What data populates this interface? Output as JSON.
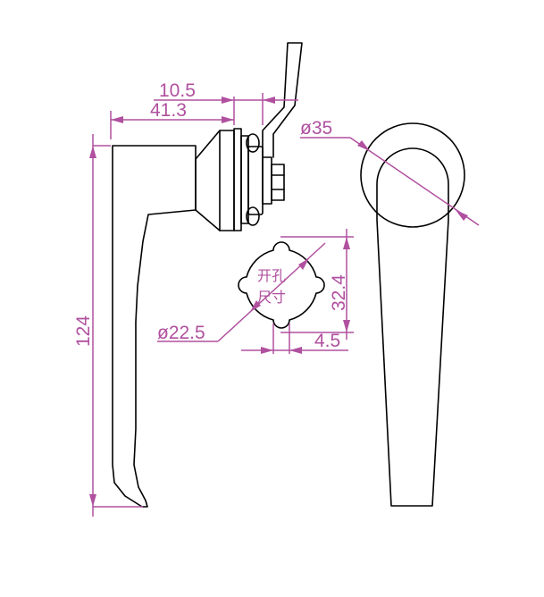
{
  "dimensions": {
    "width_10_5": "10.5",
    "width_41_3": "41.3",
    "diameter_35": "ø35",
    "height_124": "124",
    "hole_32_4": "32.4",
    "key_4_5": "4.5",
    "hole_dia_22_5": "ø22.5"
  },
  "labels": {
    "hole_size_line1": "开孔",
    "hole_size_line2": "尺寸"
  },
  "colors": {
    "outline": "#000000",
    "dimension": "#b0509f"
  }
}
